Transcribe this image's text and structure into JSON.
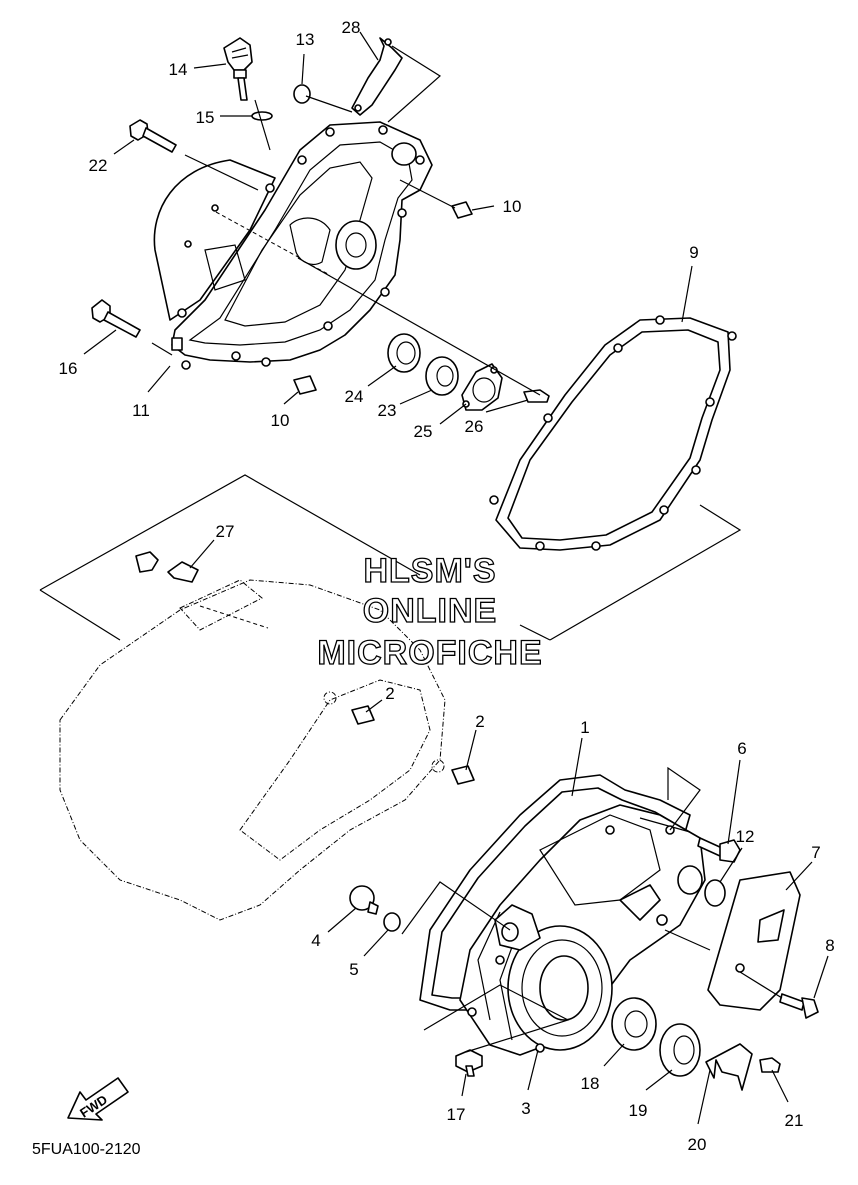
{
  "diagram": {
    "code": "5FUA100-2120",
    "watermark": [
      "HLSM'S",
      "ONLINE",
      "MICROFICHE"
    ],
    "fwd_label": "FWD",
    "callouts": [
      "14",
      "13",
      "28",
      "15",
      "22",
      "10",
      "16",
      "11",
      "10",
      "24",
      "23",
      "25",
      "26",
      "9",
      "27",
      "2",
      "2",
      "1",
      "6",
      "12",
      "7",
      "8",
      "4",
      "5",
      "17",
      "3",
      "18",
      "19",
      "20",
      "21"
    ]
  }
}
